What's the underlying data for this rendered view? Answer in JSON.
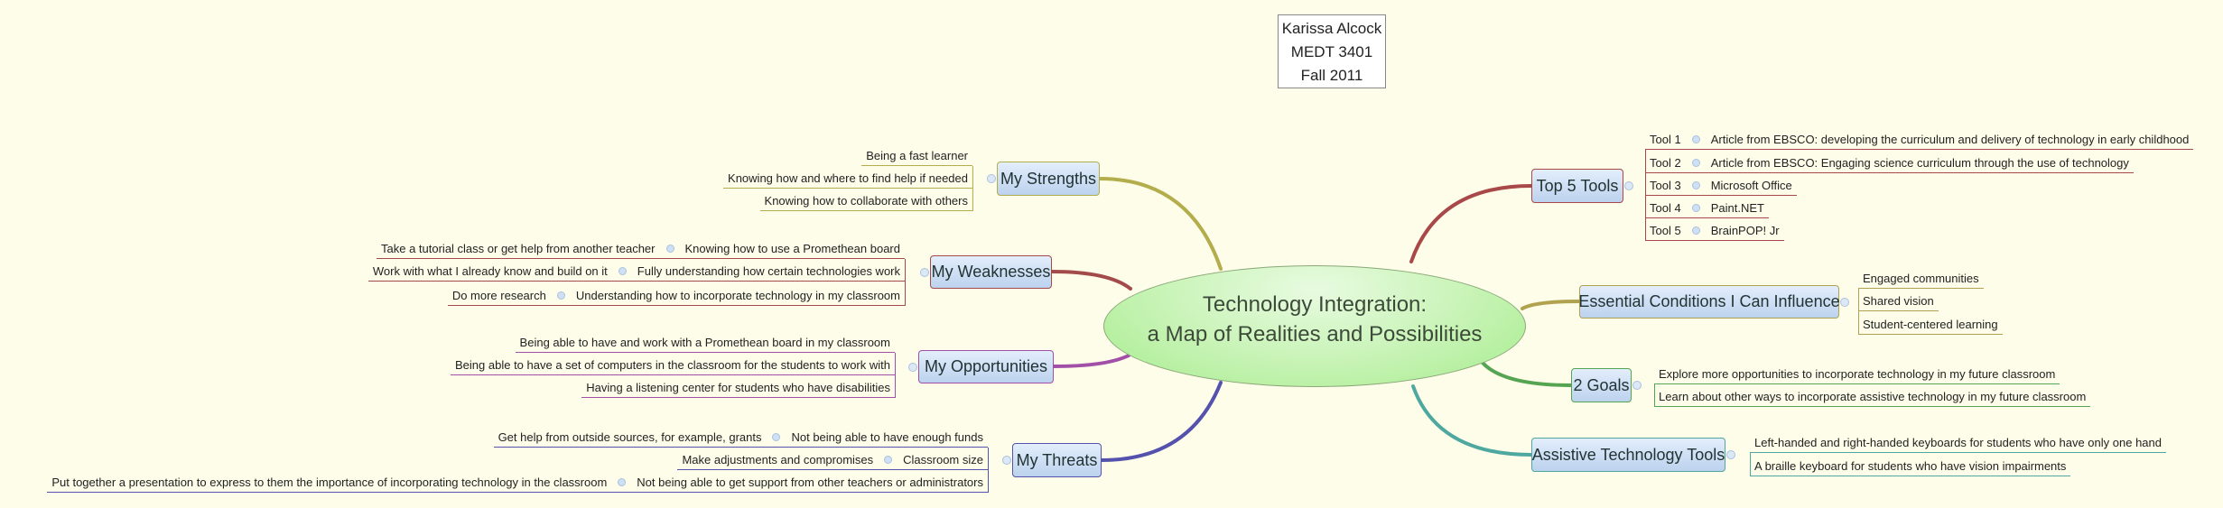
{
  "info": {
    "lines": [
      "Karissa Alcock",
      "MEDT 3401",
      "Fall 2011"
    ]
  },
  "central": {
    "line1": "Technology Integration:",
    "line2": "a Map of Realities and Possibilities"
  },
  "branches": [
    {
      "id": "strengths",
      "label": "My Strengths",
      "color": "#b3ad4c",
      "side": "left",
      "children": [
        {
          "text": "Being a fast learner"
        },
        {
          "text": "Knowing how and where to find help if needed"
        },
        {
          "text": "Knowing how to collaborate with others"
        }
      ]
    },
    {
      "id": "weaknesses",
      "label": "My Weaknesses",
      "color": "#a34a4a",
      "side": "left",
      "children": [
        {
          "text": "Knowing how to use a Promethean board",
          "sub": "Take a tutorial class or get help from another teacher"
        },
        {
          "text": "Fully understanding how certain technologies work",
          "sub": "Work with what I already know and build on it"
        },
        {
          "text": "Understanding how to incorporate technology in my classroom",
          "sub": "Do more research"
        }
      ]
    },
    {
      "id": "opportunities",
      "label": "My Opportunities",
      "color": "#a24fa8",
      "side": "left",
      "children": [
        {
          "text": "Being able to have and work with a Promethean board in my classroom"
        },
        {
          "text": "Being able to have a set of computers in the classroom for the students to work with"
        },
        {
          "text": "Having a listening center for students who have disabilities"
        }
      ]
    },
    {
      "id": "threats",
      "label": "My Threats",
      "color": "#5452ad",
      "side": "left",
      "children": [
        {
          "text": "Not being able to have enough funds",
          "sub": "Get help from outside sources, for example, grants"
        },
        {
          "text": "Classroom size",
          "sub": "Make adjustments and compromises"
        },
        {
          "text": "Not being able to get support from other teachers or administrators",
          "sub": "Put together a presentation to express to them the importance of incorporating technology in the classroom"
        }
      ]
    },
    {
      "id": "tools",
      "label": "Top 5 Tools",
      "color": "#a84848",
      "side": "right",
      "children": [
        {
          "text": "Tool 1",
          "sub": "Article from EBSCO: developing the curriculum and delivery of technology in early childhood"
        },
        {
          "text": "Tool 2",
          "sub": "Article from EBSCO: Engaging science curriculum through the use of technology"
        },
        {
          "text": "Tool 3",
          "sub": "Microsoft Office"
        },
        {
          "text": "Tool 4",
          "sub": "Paint.NET"
        },
        {
          "text": "Tool 5",
          "sub": "BrainPOP! Jr"
        }
      ]
    },
    {
      "id": "essential",
      "label": "Essential Conditions I Can Influence",
      "color": "#b0a24e",
      "side": "right",
      "children": [
        {
          "text": "Engaged communities"
        },
        {
          "text": "Shared vision"
        },
        {
          "text": "Student-centered learning"
        }
      ]
    },
    {
      "id": "goals",
      "label": "2 Goals",
      "color": "#55a452",
      "side": "right",
      "children": [
        {
          "text": "Explore more opportunities to incorporate technology in my future classroom"
        },
        {
          "text": "Learn about other ways to incorporate assistive technology in my future classroom"
        }
      ]
    },
    {
      "id": "assistive",
      "label": "Assistive Technology Tools",
      "color": "#4fa8a0",
      "side": "right",
      "children": [
        {
          "text": "Left-handed and right-handed keyboards for students who have only one hand"
        },
        {
          "text": "A braille keyboard for students who have vision impairments"
        }
      ]
    }
  ]
}
